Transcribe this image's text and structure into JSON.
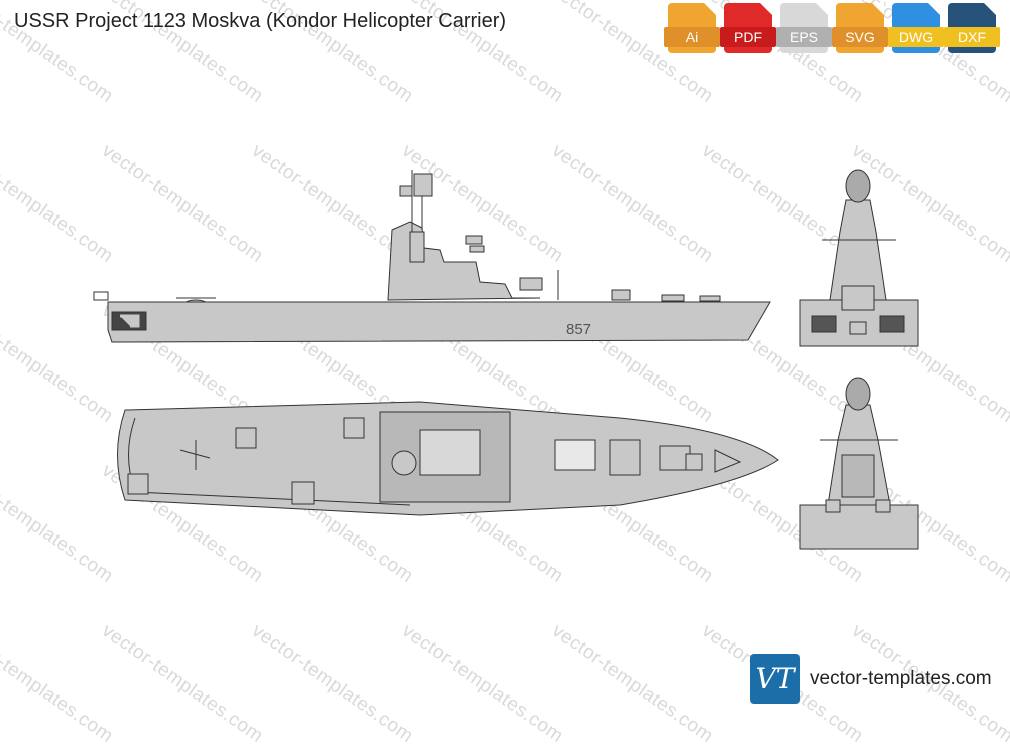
{
  "page": {
    "title": "USSR Project 1123 Moskva (Kondor Helicopter Carrier)"
  },
  "formats": [
    {
      "label": "Ai",
      "color": "#f0a530"
    },
    {
      "label": "PDF",
      "color": "#e02a2a"
    },
    {
      "label": "EPS",
      "color": "#c8c8c8"
    },
    {
      "label": "SVG",
      "color": "#f0a530"
    },
    {
      "label": "DWG",
      "color": "#2f8fe0"
    },
    {
      "label": "DXF",
      "color": "#27527a"
    }
  ],
  "watermark": {
    "text": "vector-templates.com"
  },
  "ship": {
    "hull_number": "857",
    "hull_color": "#c8c8c8",
    "outline_color": "#333333"
  },
  "brand": {
    "logo_text": "VT",
    "site": "vector-templates.com"
  }
}
